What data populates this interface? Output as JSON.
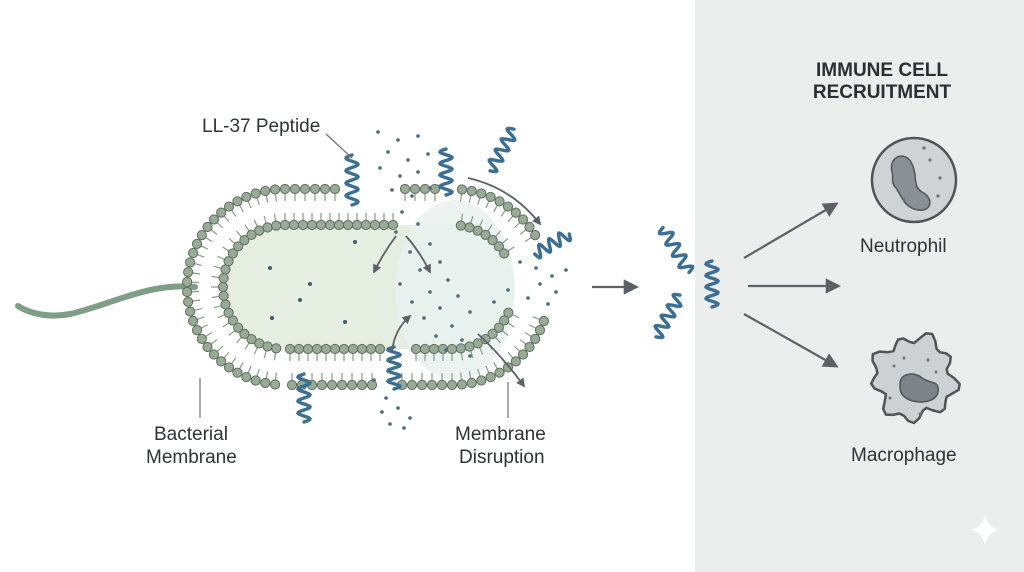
{
  "diagram": {
    "labels": {
      "peptide": "LL-37 Peptide",
      "bacterial_membrane_line1": "Bacterial",
      "bacterial_membrane_line2": "Membrane",
      "disruption_line1": "Membrane",
      "disruption_line2": "Disruption",
      "panel_title_line1": "IMMUNE CELL",
      "panel_title_line2": "RECRUITMENT",
      "neutrophil": "Neutrophil",
      "macrophage": "Macrophage"
    },
    "colors": {
      "membrane_head": "#9aaa98",
      "membrane_head_stroke": "#5e6f5d",
      "cytoplasm": "#e5eee0",
      "peptide": "#3d6f93",
      "arrow": "#5b6166",
      "panel_background": "#eceded",
      "flagellum": "#7f9e87"
    }
  }
}
